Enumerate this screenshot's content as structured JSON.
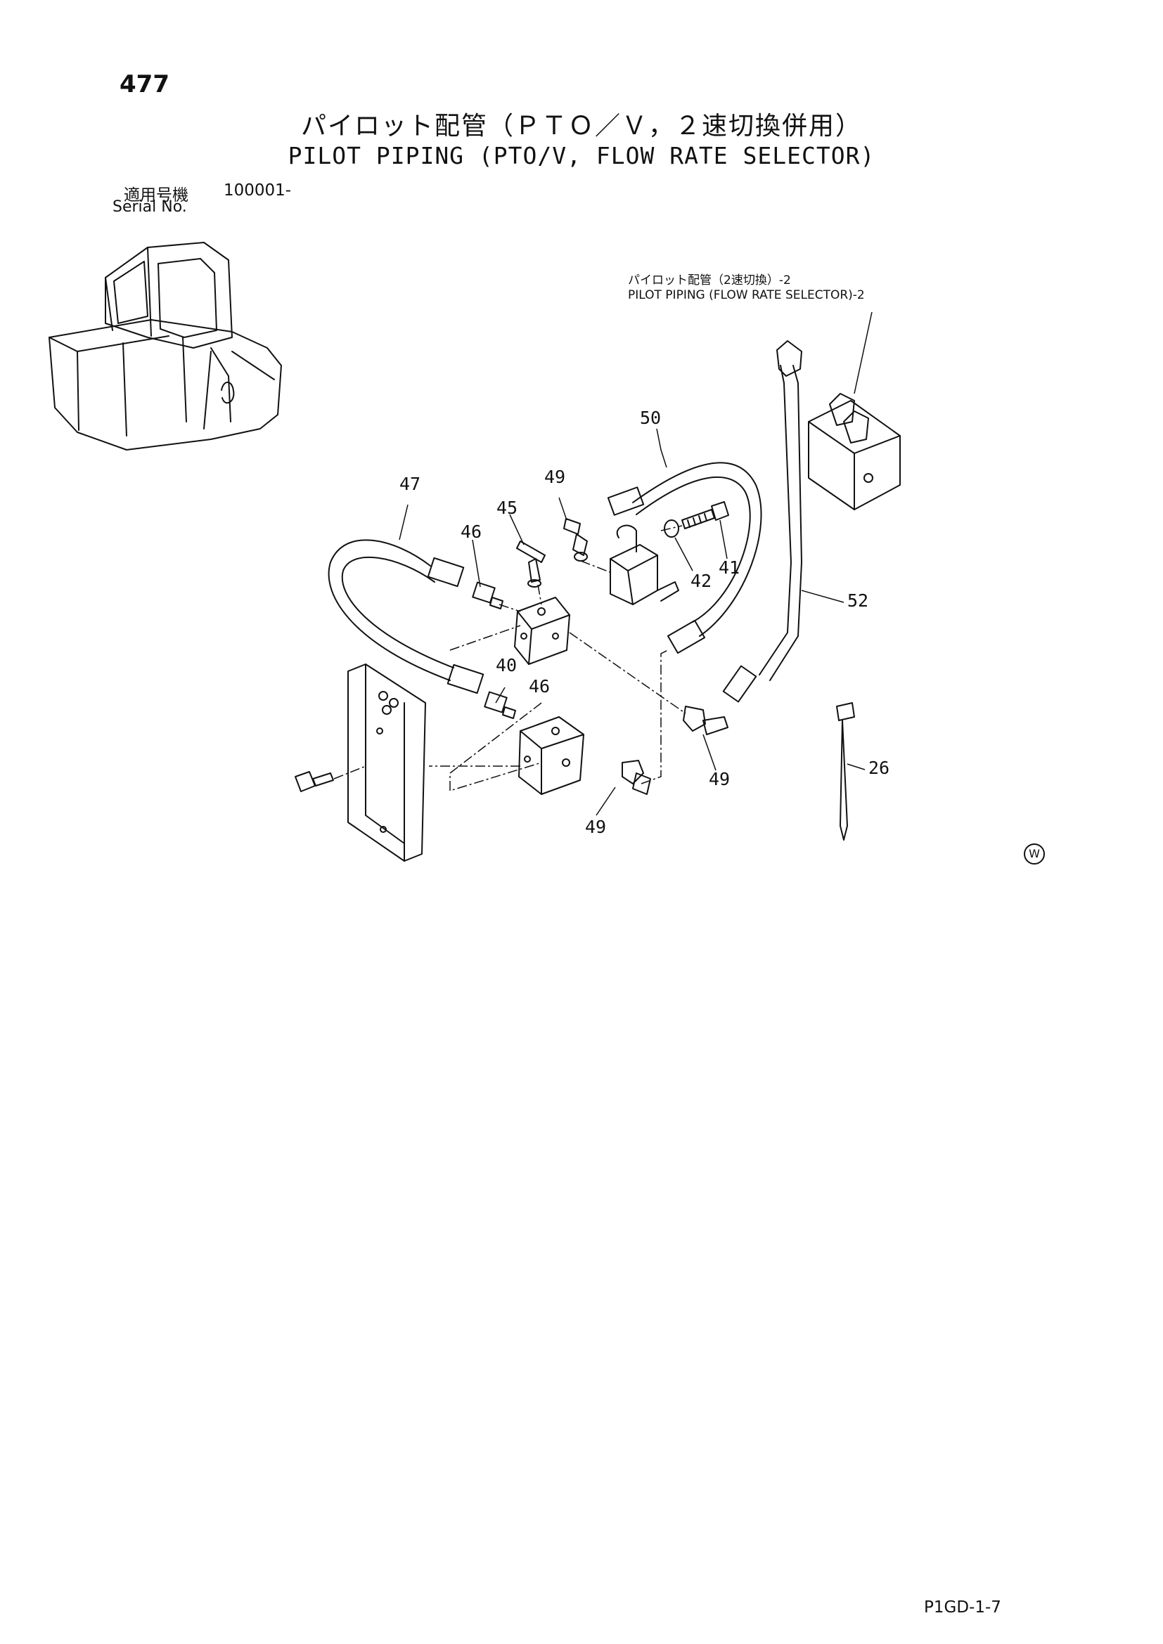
{
  "header": {
    "page_number": "477",
    "title_jp": "パイロット配管（ＰＴＯ／Ｖ，２速切換併用）",
    "title_en": "PILOT PIPING (PTO/V, FLOW RATE SELECTOR)",
    "serial_label_jp": "適用号機",
    "serial_value": "100001-",
    "serial_label_en": "Serial No."
  },
  "reference": {
    "label_jp": "パイロット配管（2速切換）-2",
    "label_en": "PILOT PIPING (FLOW RATE SELECTOR)-2"
  },
  "callouts": {
    "c50": "50",
    "c47": "47",
    "c49a": "49",
    "c45": "45",
    "c46a": "46",
    "c41": "41",
    "c42": "42",
    "c52": "52",
    "c40": "40",
    "c46b": "46",
    "c49b": "49",
    "c49c": "49",
    "c26": "26"
  },
  "footer": {
    "code": "P1GD-1-7",
    "mark": "W"
  }
}
